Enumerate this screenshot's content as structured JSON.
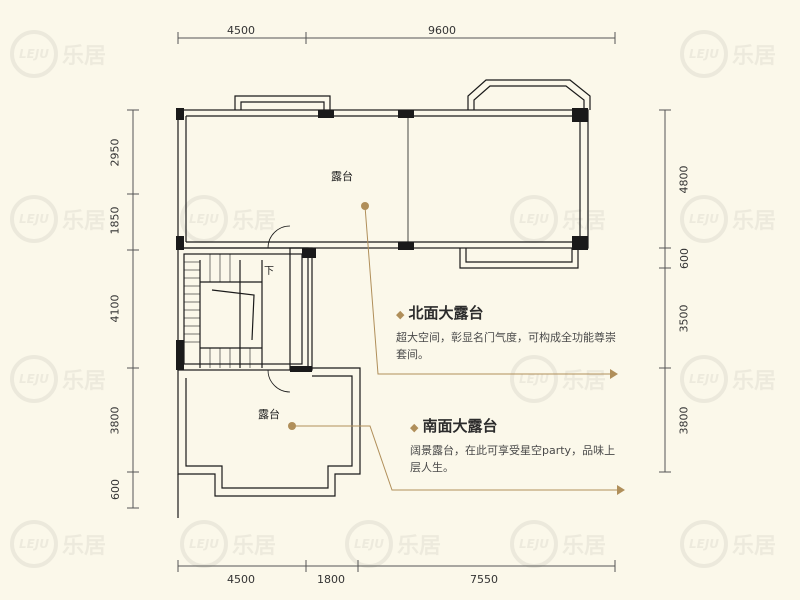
{
  "dimensions": {
    "top": [
      "4500",
      "9600"
    ],
    "bottom": [
      "4500",
      "1800",
      "7550"
    ],
    "left": [
      "2950",
      "1850",
      "4100",
      "3800",
      "600"
    ],
    "right": [
      "4800",
      "600",
      "3500",
      "3800"
    ]
  },
  "rooms": {
    "north_terrace": "露台",
    "south_terrace": "露台",
    "stair_down": "下"
  },
  "callouts": {
    "north": {
      "title": "北面大露台",
      "text": "超大空间，彰显名门气度，可构成全功能尊崇套间。"
    },
    "south": {
      "title": "南面大露台",
      "text": "阔景露台，在此可享受星空party，品味上层人生。"
    }
  },
  "watermark": {
    "badge": "LEJU",
    "brand": "乐居"
  },
  "colors": {
    "background": "#fbf8ea",
    "wall": "#1a1a1a",
    "accent": "#b08f5a",
    "callout_line": "#b08f5a"
  }
}
